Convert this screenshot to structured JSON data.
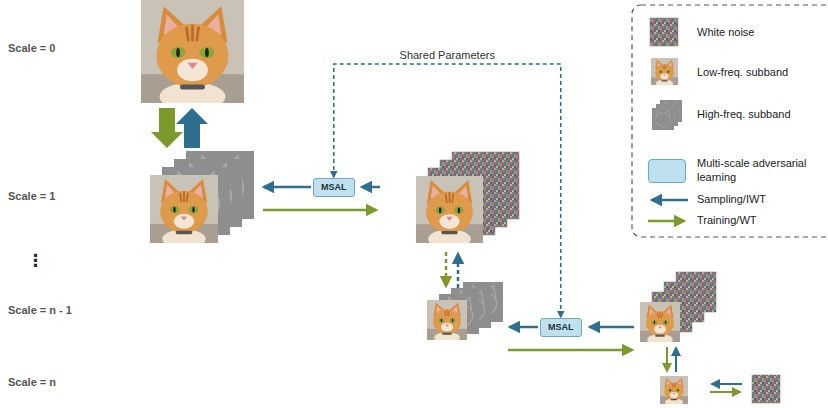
{
  "diagram": {
    "nodes": [
      {
        "text": [
          "MSAL"
        ]
      },
      {
        "text": [
          "MSAL"
        ]
      }
    ],
    "edges": [
      {
        "from": 0,
        "to": 1,
        "arrow": "both",
        "label": "Shared Parameters"
      }
    ],
    "labels": [
      "Scale = 0",
      "Scale = 1",
      "⋮",
      "Scale = n - 1",
      "Scale = n"
    ],
    "legend": [
      {
        "text": "White noise"
      },
      {
        "text": "Low-freq. subband"
      },
      {
        "text": "High-freq. subband"
      },
      {
        "text": "Multi-scale adversarial learning",
        "color": "#bfe0ef"
      },
      {
        "text": "Sampling/IWT"
      },
      {
        "text": "Training/WT"
      }
    ]
  }
}
